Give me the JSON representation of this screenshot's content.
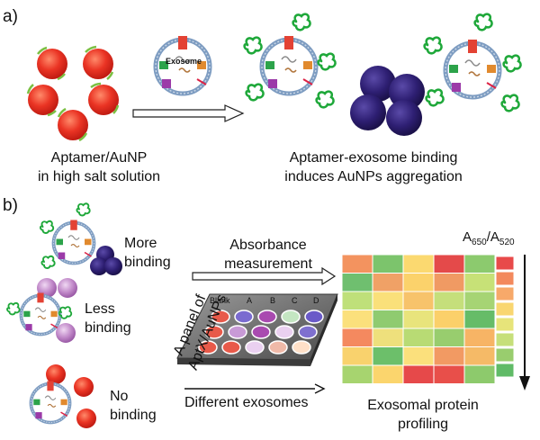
{
  "panel_a": {
    "label": "a)",
    "left_caption": [
      "Aptamer/AuNP",
      "in high salt solution"
    ],
    "right_caption": [
      "Aptamer-exosome binding",
      "induces AuNPs aggregation"
    ],
    "exosome_label": "Exosome"
  },
  "panel_b": {
    "label": "b)",
    "more_binding": [
      "More",
      "binding"
    ],
    "less_binding": [
      "Less",
      "binding"
    ],
    "no_binding": [
      "No",
      "binding"
    ],
    "absorbance": [
      "Absorbance",
      "measurement"
    ],
    "panel_text": [
      "A panel of",
      "AptX/AuNPs"
    ],
    "plate_columns": [
      "Blank",
      "A",
      "B",
      "C",
      "D"
    ],
    "different_exosomes": "Different exosomes",
    "heatmap_caption": [
      "Exosomal protein",
      "profiling"
    ],
    "ratio_label": {
      "main_a": "A",
      "sub_a": "650",
      "slash": "/A",
      "sub_b": "520"
    }
  },
  "colors": {
    "aunp_red": "#e8362a",
    "aggregate_purple": "#2a1a6b",
    "aptamer_green": "#1fa83a",
    "membrane": "#6f8fb3"
  },
  "heatmap": {
    "rows": 7,
    "cols": 5,
    "cells": [
      [
        "#f3935f",
        "#7cc46c",
        "#fbd970",
        "#e44a4a",
        "#8cca6e"
      ],
      [
        "#6fbf6f",
        "#f0a166",
        "#fbd26b",
        "#f09a63",
        "#c7e177"
      ],
      [
        "#bfe07a",
        "#fae07a",
        "#f7c36b",
        "#c5df7b",
        "#a6d474"
      ],
      [
        "#fbe07c",
        "#8fcb70",
        "#e8e47c",
        "#fbd06a",
        "#66bc68"
      ],
      [
        "#f4895f",
        "#eee07c",
        "#b8db74",
        "#98cd6e",
        "#f7b465"
      ],
      [
        "#f9d26d",
        "#6cbf6a",
        "#fbe07c",
        "#f29a63",
        "#f5ba67"
      ],
      [
        "#a7d46f",
        "#fbd56d",
        "#e6494a",
        "#e84f4a",
        "#8dca6c"
      ]
    ],
    "legend_colors": [
      "#e84a4a",
      "#f3895d",
      "#f7a96a",
      "#f9d670",
      "#e7e47a",
      "#c6df7a",
      "#99cd6e",
      "#60bb67"
    ]
  }
}
